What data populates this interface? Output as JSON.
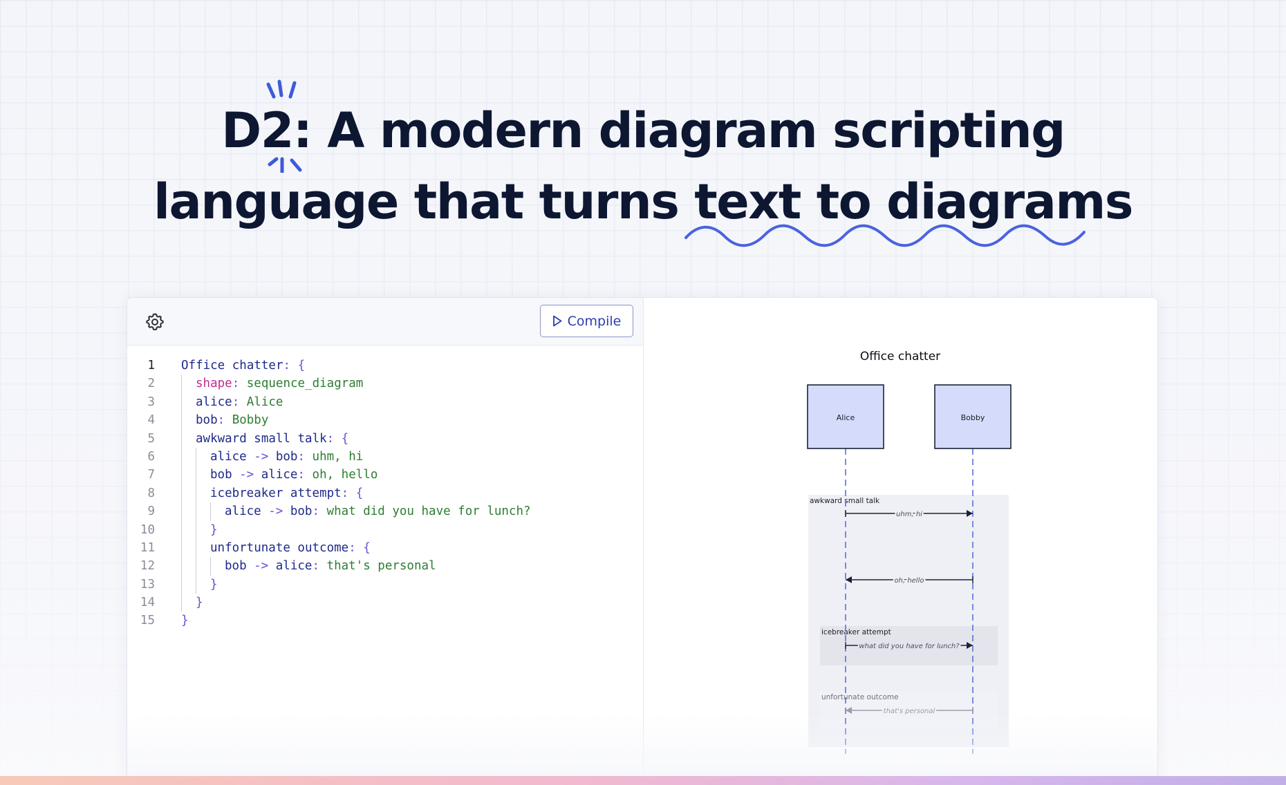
{
  "headline": {
    "line1": "D2: A modern diagram scripting",
    "line2": "language that turns text to diagrams"
  },
  "colors": {
    "headline": "#0d1731",
    "accent_blue": "#3d5bd9",
    "actor_fill": "#d5dbfb",
    "group_fill": "#eff0f5"
  },
  "toolbar": {
    "settings_icon": "gear-icon",
    "compile_icon": "play-icon",
    "compile_label": "Compile"
  },
  "editor": {
    "lines": [
      {
        "n": "1",
        "active": true,
        "indent": 0,
        "tokens": [
          {
            "t": "Office chatter",
            "c": "k"
          },
          {
            "t": ": ",
            "c": "p"
          },
          {
            "t": "{",
            "c": "p"
          }
        ]
      },
      {
        "n": "2",
        "indent": 1,
        "tokens": [
          {
            "t": "shape",
            "c": "m"
          },
          {
            "t": ": ",
            "c": "p"
          },
          {
            "t": "sequence_diagram",
            "c": "s"
          }
        ]
      },
      {
        "n": "3",
        "indent": 1,
        "tokens": [
          {
            "t": "alice",
            "c": "k"
          },
          {
            "t": ": ",
            "c": "p"
          },
          {
            "t": "Alice",
            "c": "s"
          }
        ]
      },
      {
        "n": "4",
        "indent": 1,
        "tokens": [
          {
            "t": "bob",
            "c": "k"
          },
          {
            "t": ": ",
            "c": "p"
          },
          {
            "t": "Bobby",
            "c": "s"
          }
        ]
      },
      {
        "n": "5",
        "indent": 1,
        "tokens": [
          {
            "t": "awkward small talk",
            "c": "k"
          },
          {
            "t": ": ",
            "c": "p"
          },
          {
            "t": "{",
            "c": "p"
          }
        ]
      },
      {
        "n": "6",
        "indent": 2,
        "tokens": [
          {
            "t": "alice",
            "c": "k"
          },
          {
            "t": " -> ",
            "c": "p"
          },
          {
            "t": "bob",
            "c": "k"
          },
          {
            "t": ": ",
            "c": "p"
          },
          {
            "t": "uhm, hi",
            "c": "s"
          }
        ]
      },
      {
        "n": "7",
        "indent": 2,
        "tokens": [
          {
            "t": "bob",
            "c": "k"
          },
          {
            "t": " -> ",
            "c": "p"
          },
          {
            "t": "alice",
            "c": "k"
          },
          {
            "t": ": ",
            "c": "p"
          },
          {
            "t": "oh, hello",
            "c": "s"
          }
        ]
      },
      {
        "n": "8",
        "indent": 2,
        "tokens": [
          {
            "t": "icebreaker attempt",
            "c": "k"
          },
          {
            "t": ": ",
            "c": "p"
          },
          {
            "t": "{",
            "c": "p"
          }
        ]
      },
      {
        "n": "9",
        "indent": 3,
        "tokens": [
          {
            "t": "alice",
            "c": "k"
          },
          {
            "t": " -> ",
            "c": "p"
          },
          {
            "t": "bob",
            "c": "k"
          },
          {
            "t": ": ",
            "c": "p"
          },
          {
            "t": "what did you have for lunch?",
            "c": "s"
          }
        ]
      },
      {
        "n": "10",
        "indent": 2,
        "tokens": [
          {
            "t": "}",
            "c": "p"
          }
        ]
      },
      {
        "n": "11",
        "indent": 2,
        "tokens": [
          {
            "t": "unfortunate outcome",
            "c": "k"
          },
          {
            "t": ": ",
            "c": "p"
          },
          {
            "t": "{",
            "c": "p"
          }
        ]
      },
      {
        "n": "12",
        "indent": 3,
        "tokens": [
          {
            "t": "bob",
            "c": "k"
          },
          {
            "t": " -> ",
            "c": "p"
          },
          {
            "t": "alice",
            "c": "k"
          },
          {
            "t": ": ",
            "c": "p"
          },
          {
            "t": "that's personal",
            "c": "s"
          }
        ]
      },
      {
        "n": "13",
        "indent": 2,
        "tokens": [
          {
            "t": "}",
            "c": "p"
          }
        ]
      },
      {
        "n": "14",
        "indent": 1,
        "tokens": [
          {
            "t": "}",
            "c": "p"
          }
        ]
      },
      {
        "n": "15",
        "indent": 0,
        "tokens": [
          {
            "t": "}",
            "c": "p"
          }
        ]
      }
    ]
  },
  "diagram": {
    "title": "Office chatter",
    "actors": [
      "Alice",
      "Bobby"
    ],
    "groups": [
      {
        "label": "awkward small talk"
      },
      {
        "label": "icebreaker attempt"
      },
      {
        "label": "unfortunate outcome"
      }
    ],
    "messages": [
      {
        "label": "uhm, hi",
        "from": 0,
        "to": 1
      },
      {
        "label": "oh, hello",
        "from": 1,
        "to": 0
      },
      {
        "label": "what did you have for lunch?",
        "from": 0,
        "to": 1
      },
      {
        "label": "that's personal",
        "from": 1,
        "to": 0
      }
    ]
  }
}
